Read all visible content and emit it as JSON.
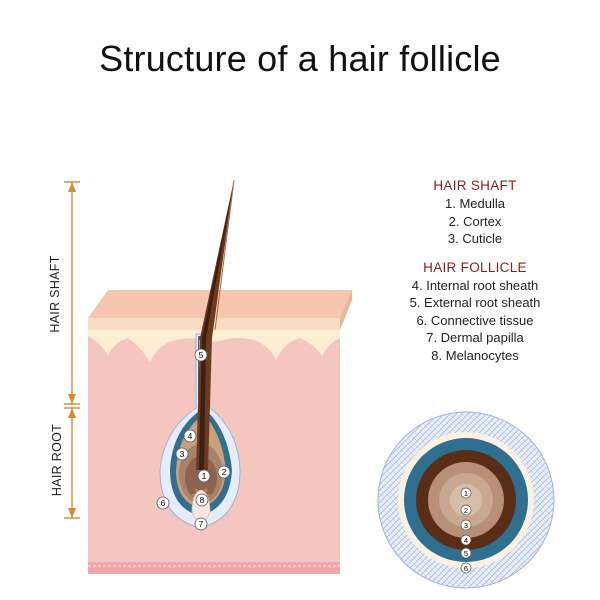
{
  "title": "Structure of a hair follicle",
  "side_labels": {
    "hair_shaft": "HAIR SHAFT",
    "hair_root": "HAIR ROOT"
  },
  "legend": {
    "shaft_heading": "HAIR SHAFT",
    "shaft_items": [
      "1. Medulla",
      "2. Cortex",
      "3. Cuticle"
    ],
    "follicle_heading": "HAIR FOLLICLE",
    "follicle_items": [
      "4. Internal root sheath",
      "5. External root sheath",
      "6. Connective tissue",
      "7. Dermal papilla",
      "8. Melanocytes"
    ]
  },
  "markers": [
    "1",
    "2",
    "3",
    "4",
    "5",
    "6",
    "7",
    "8"
  ],
  "colors": {
    "arrow": "#d98a2a",
    "heading": "#8e1b1b",
    "dermis": "#f5c6c0",
    "epidermis": "#f8d8b8",
    "hair": "#6b3a1f",
    "outer_sheath": "#2f6f8f",
    "connective": "#d9e4f5"
  }
}
